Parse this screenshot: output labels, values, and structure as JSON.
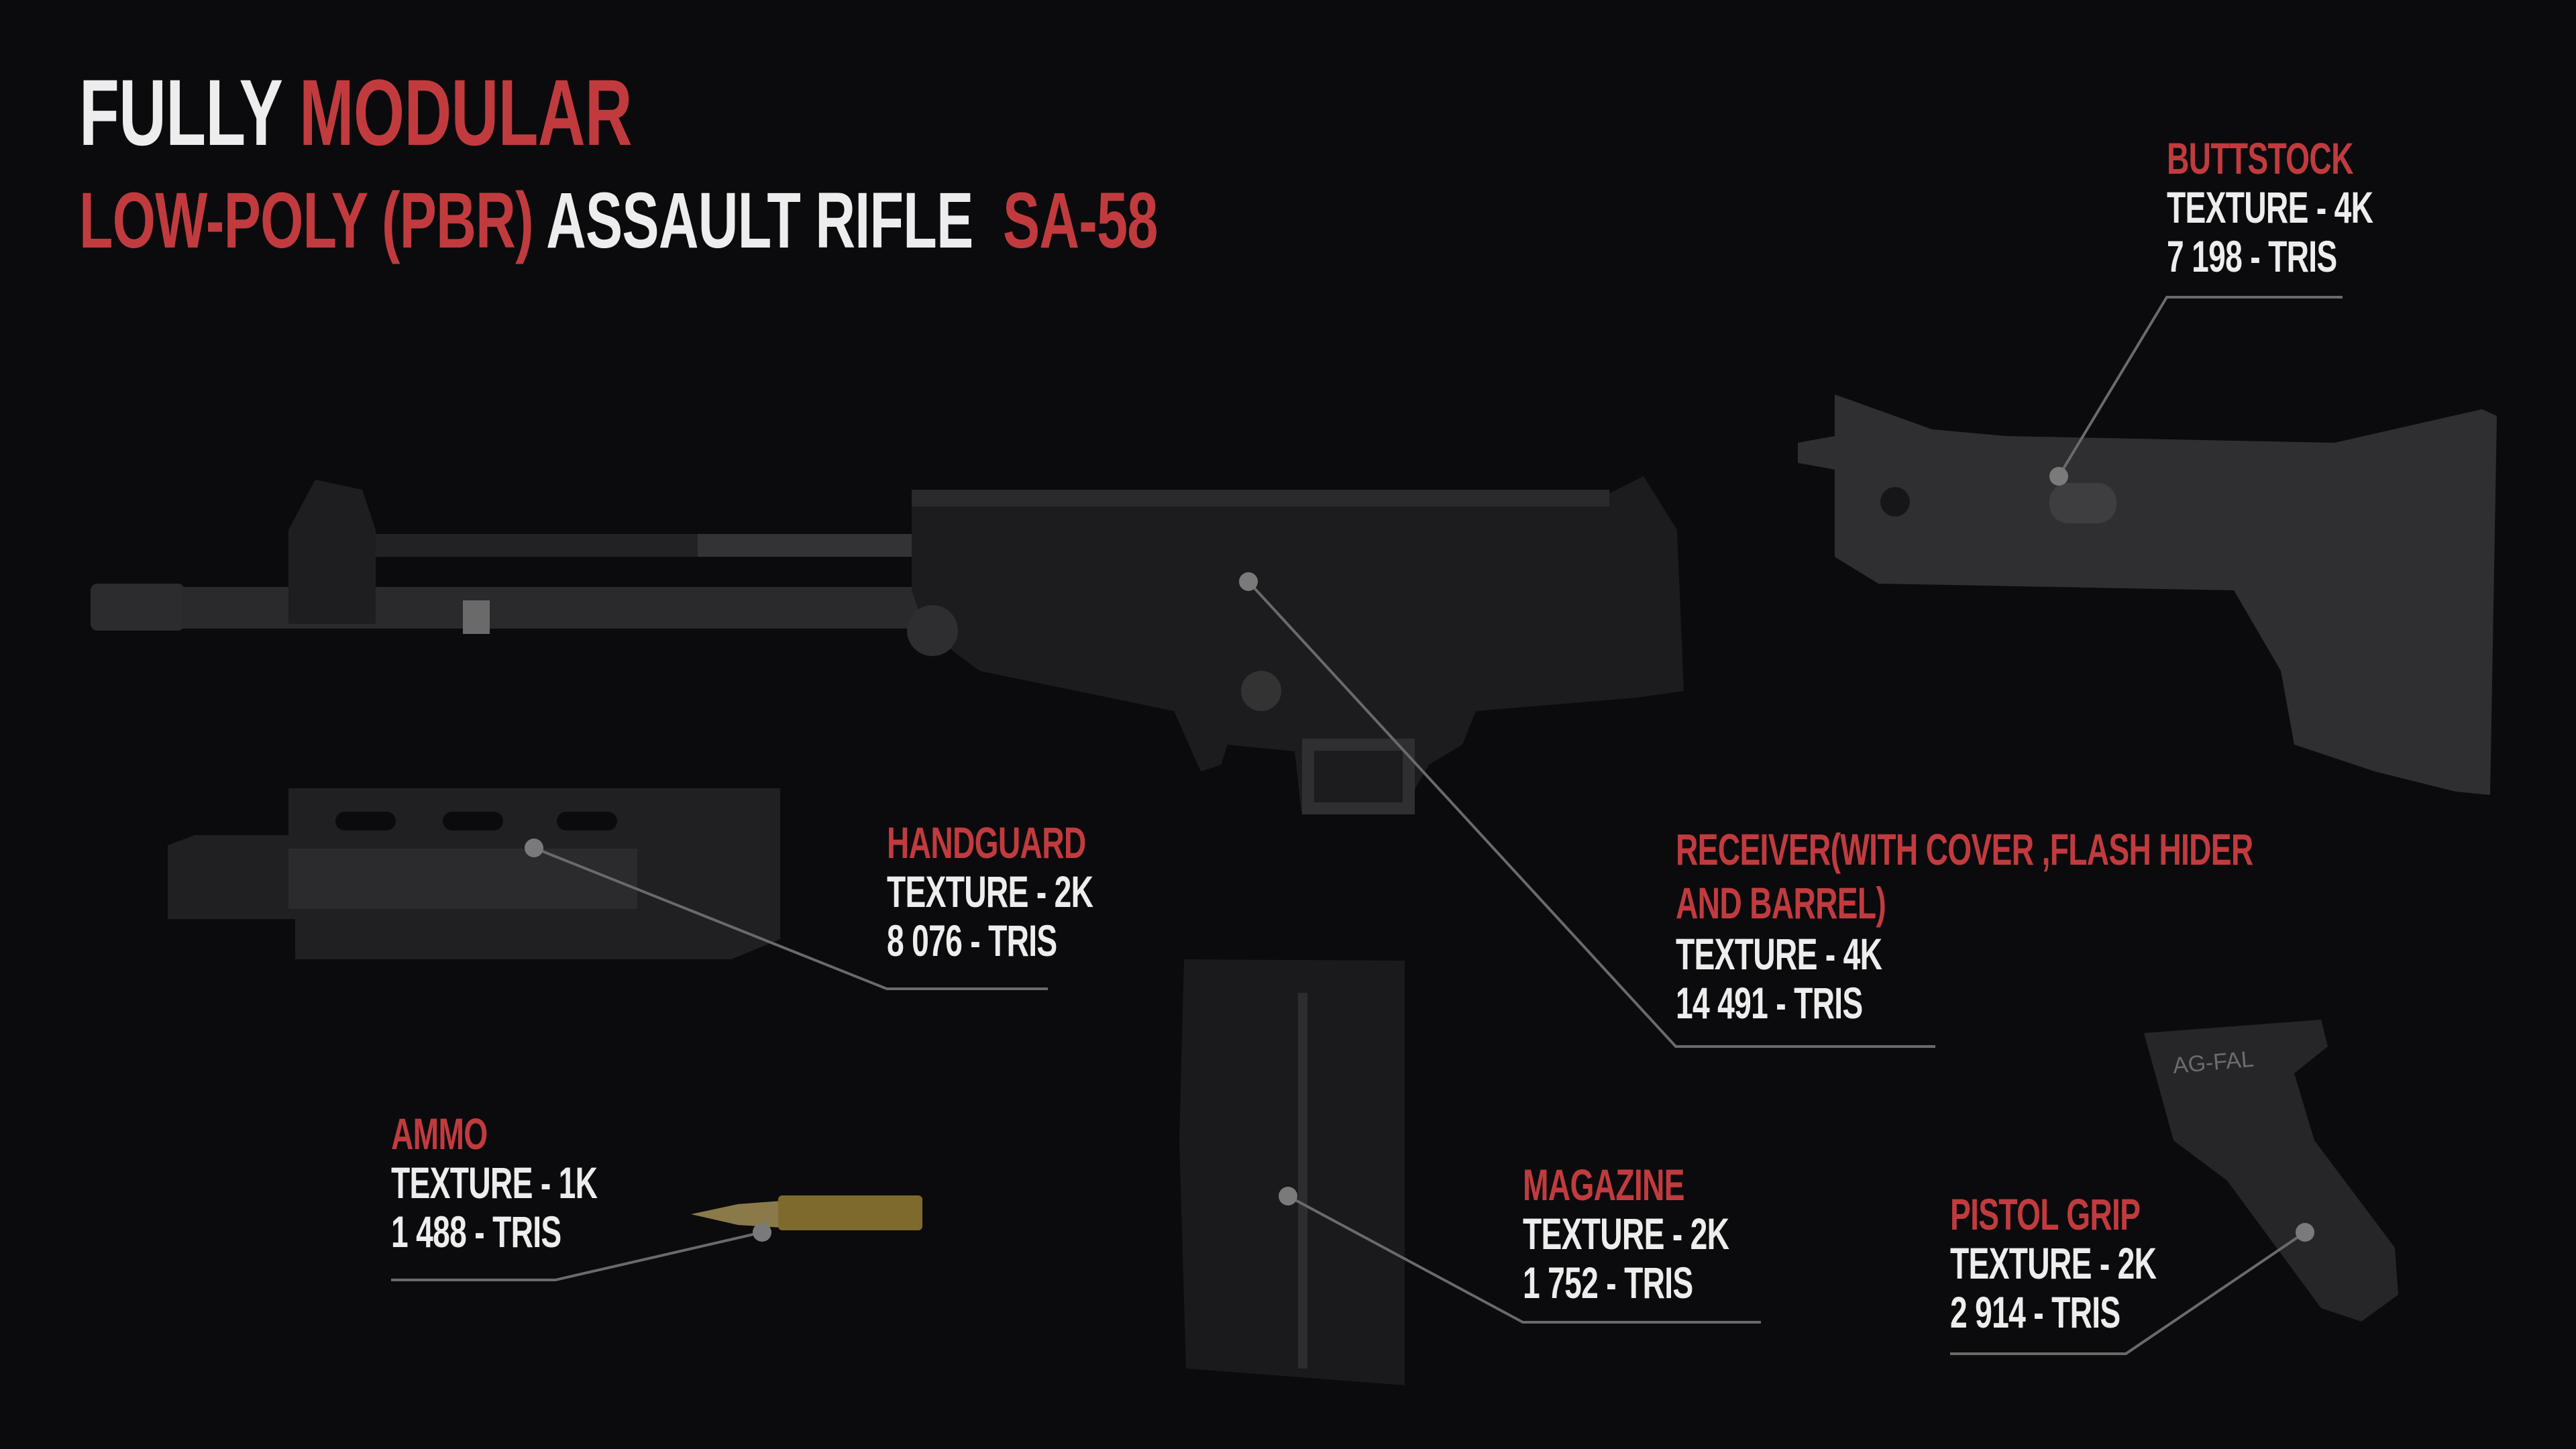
{
  "title": {
    "line1_white": "FULLY",
    "line1_red": "MODULAR",
    "line2_red_a": "LOW-POLY (PBR)",
    "line2_white": "ASSAULT RIFLE",
    "line2_red_b": "SA-58"
  },
  "colors": {
    "accent": "#c13b3e",
    "text": "#ededed",
    "background": "#0b0b0d",
    "leader": "#6a6a6a"
  },
  "parts": [
    {
      "name": "BUTTSTOCK",
      "texture": "TEXTURE - 4K",
      "tris": "7 198 - TRIS"
    },
    {
      "name": "HANDGUARD",
      "texture": "TEXTURE - 2K",
      "tris": "8 076 - TRIS"
    },
    {
      "name_line1": "RECEIVER(WITH COVER ,FLASH HIDER",
      "name_line2": "AND BARREL)",
      "texture": "TEXTURE - 4K",
      "tris": "14 491 - TRIS"
    },
    {
      "name": "AMMO",
      "texture": "TEXTURE - 1K",
      "tris": "1 488 - TRIS"
    },
    {
      "name": "MAGAZINE",
      "texture": "TEXTURE - 2K",
      "tris": "1 752 - TRIS"
    },
    {
      "name": "PISTOL GRIP",
      "texture": "TEXTURE - 2K",
      "tris": "2 914 - TRIS"
    }
  ],
  "model_markings": {
    "grip": "AG-FAL"
  }
}
